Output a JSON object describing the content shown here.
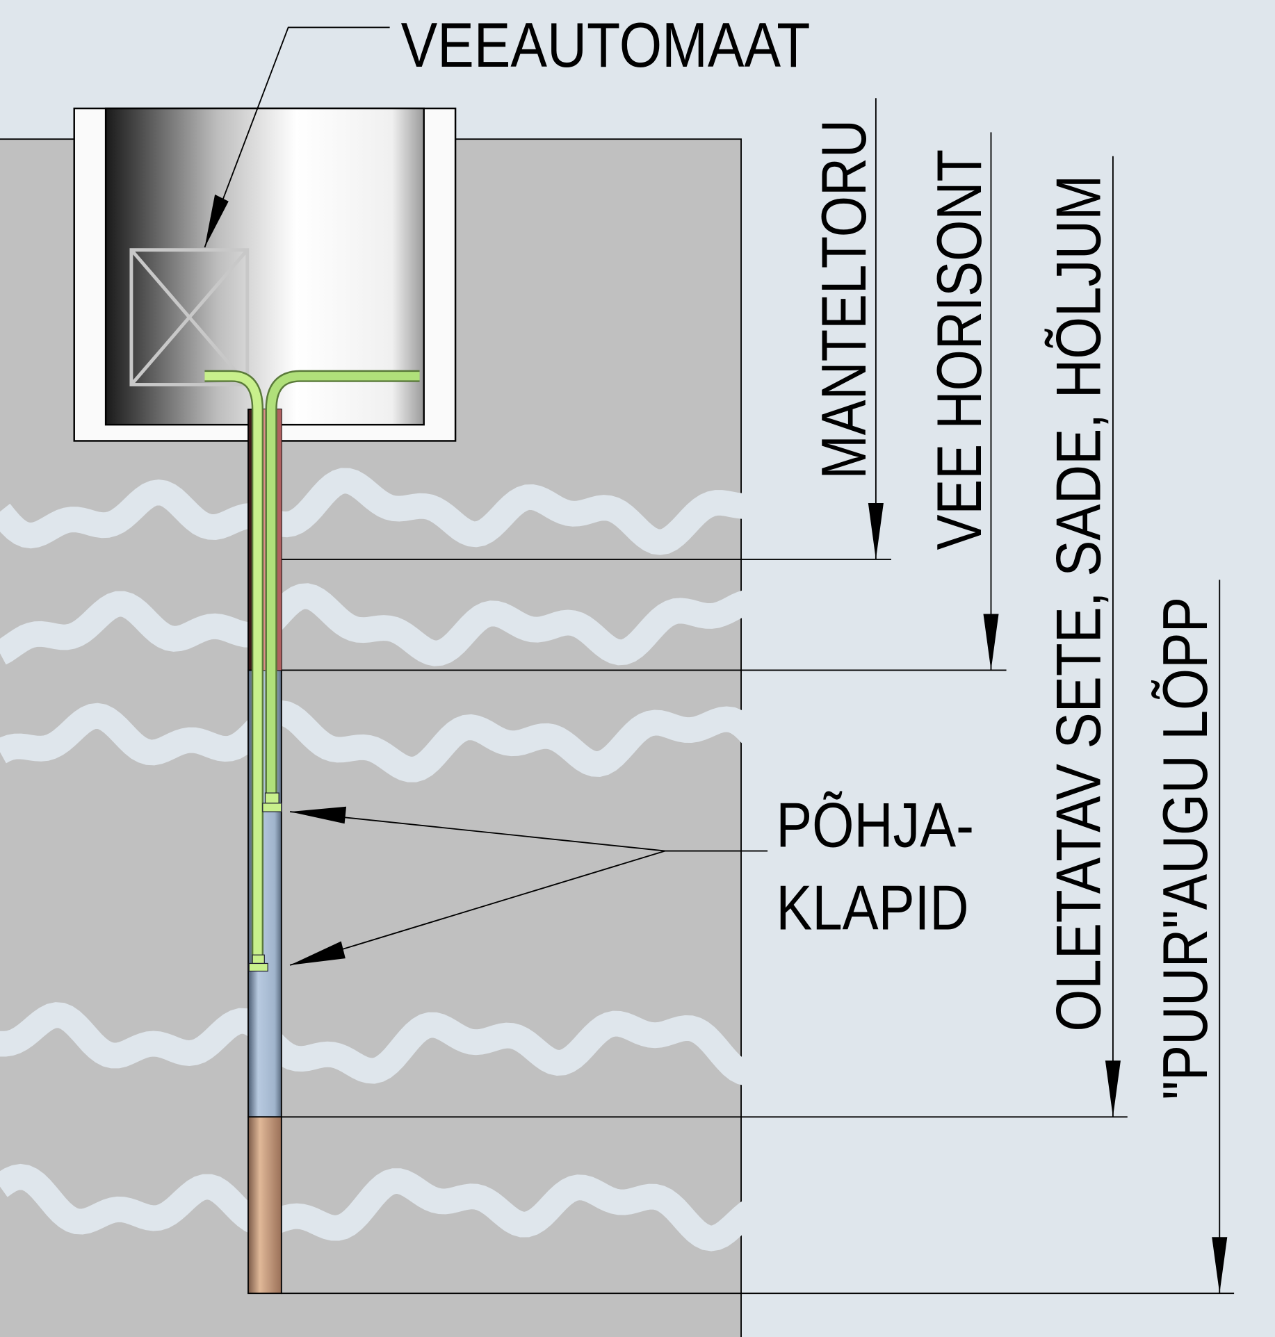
{
  "labels": {
    "water_automat": "VEEAUTOMAAT",
    "casing_pipe": "MANTELTORU",
    "water_horizon": "VEE HORISONT",
    "sediment": "OLETATAV SETE, SADE, HÕLJUM",
    "borehole_end": "\"PUUR\"AUGU LÕPP",
    "foot_valves_line1": "PÕHJA-",
    "foot_valves_line2": "KLAPID"
  },
  "colors": {
    "background": "#dfe6ec",
    "ground": "#c0c0c0",
    "well_box": "#fafafa",
    "pipe_green": "#c8f08c",
    "pipe_red": "#e08c8c",
    "casing_blue": "#a9bdd6",
    "casing_tan": "#d2a98a"
  }
}
